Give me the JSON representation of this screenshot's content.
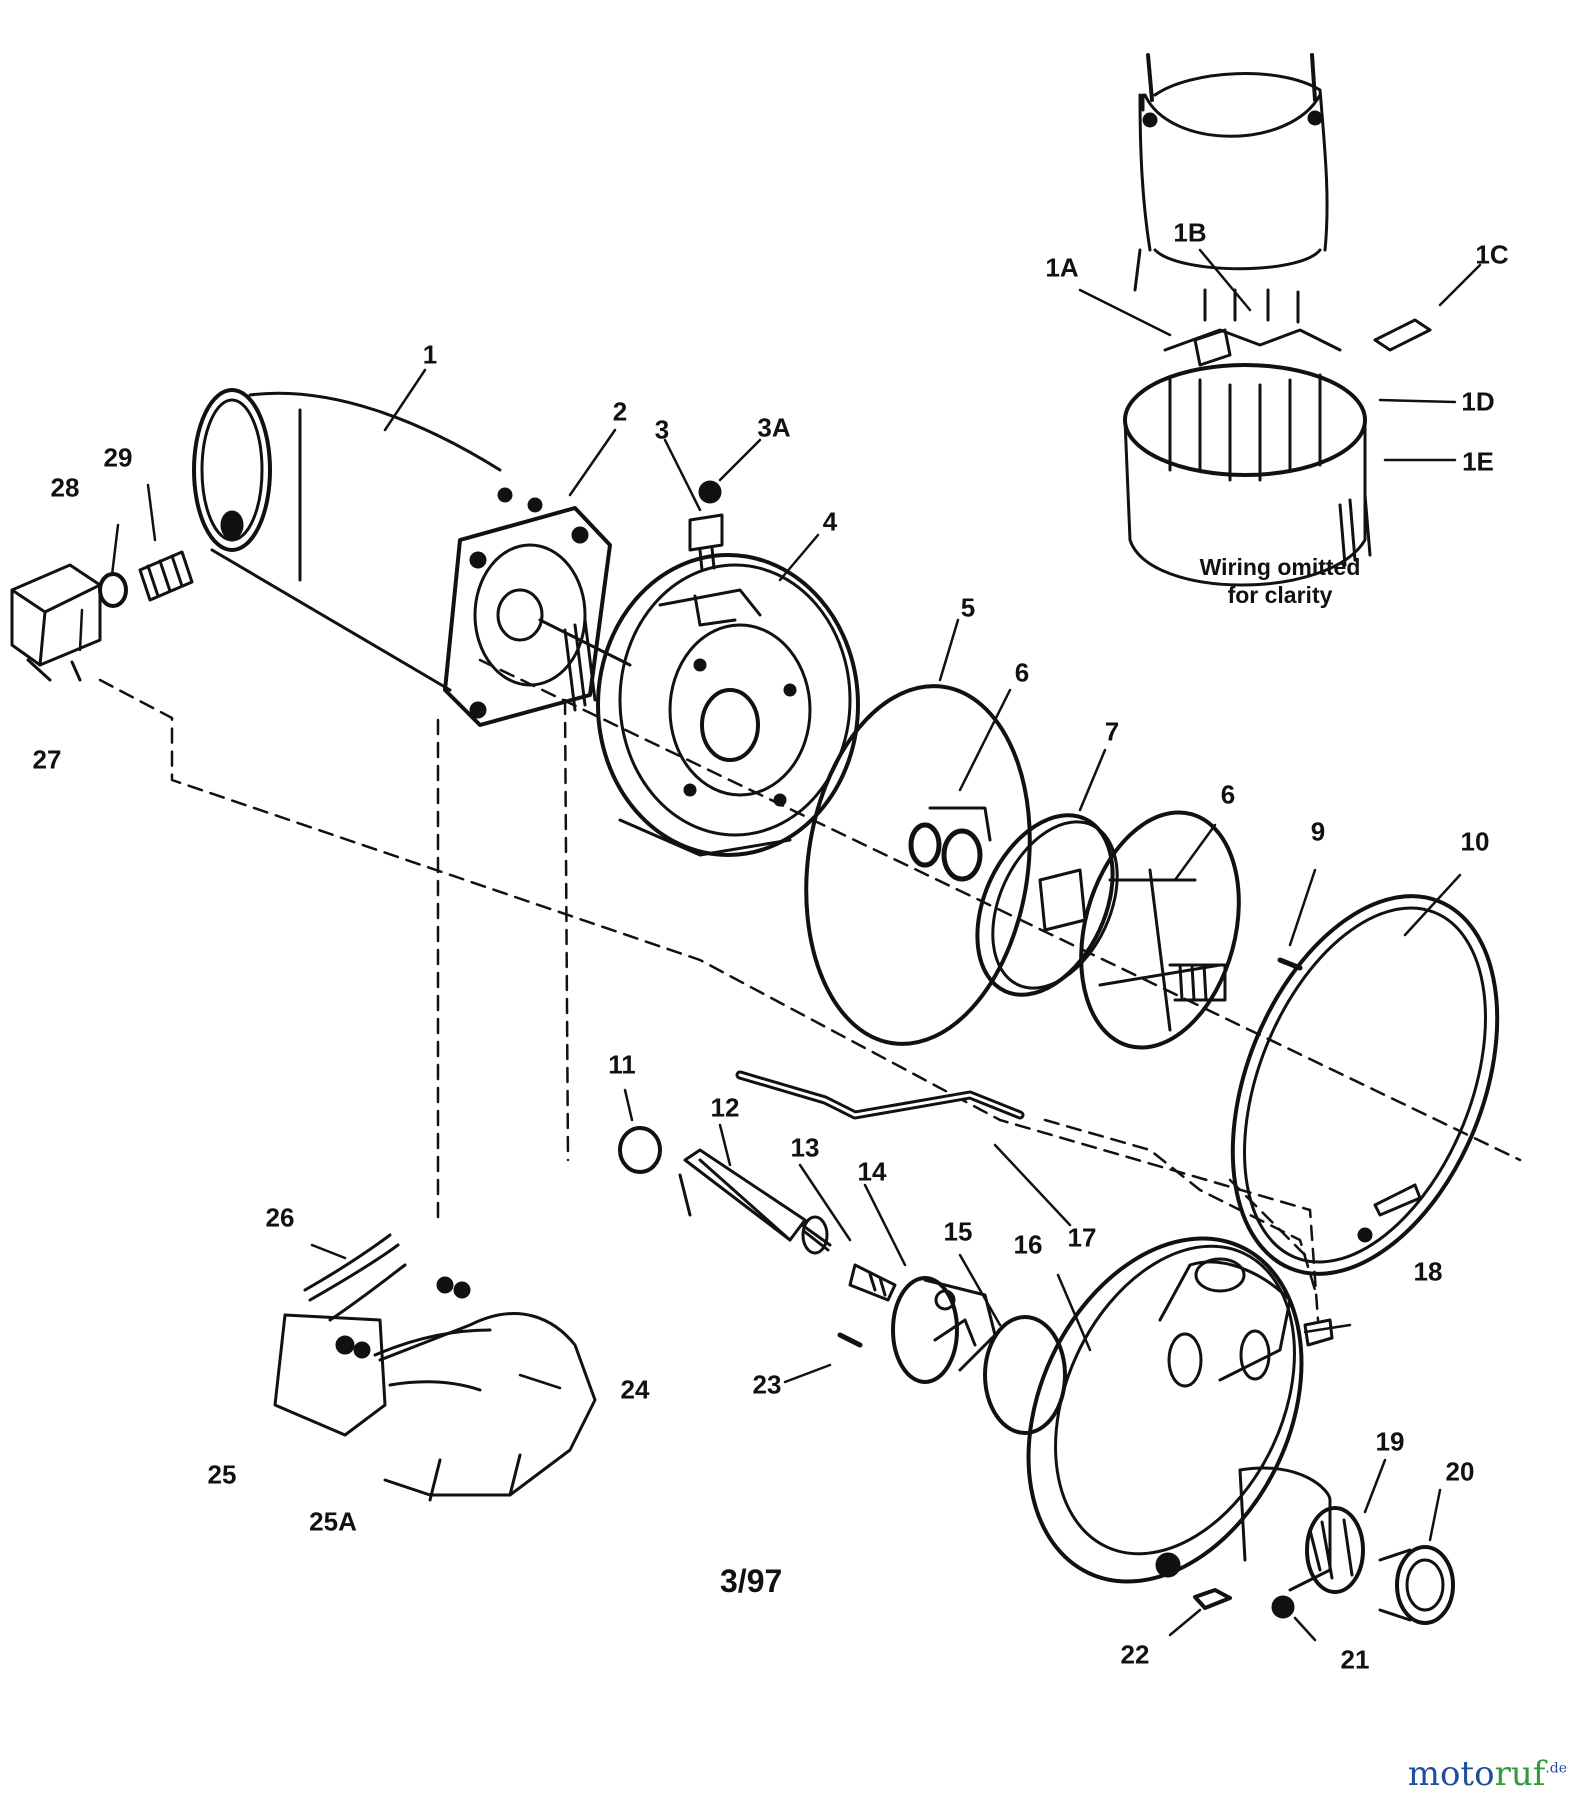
{
  "labels": {
    "l1": "1",
    "l1A": "1A",
    "l1B": "1B",
    "l1C": "1C",
    "l1D": "1D",
    "l1E": "1E",
    "l2": "2",
    "l3": "3",
    "l3A": "3A",
    "l4": "4",
    "l5": "5",
    "l6a": "6",
    "l6b": "6",
    "l7": "7",
    "l9": "9",
    "l10": "10",
    "l11": "11",
    "l12": "12",
    "l13": "13",
    "l14": "14",
    "l15": "15",
    "l16": "16",
    "l17": "17",
    "l18": "18",
    "l19": "19",
    "l20": "20",
    "l21": "21",
    "l22": "22",
    "l23": "23",
    "l24": "24",
    "l25": "25",
    "l25A": "25A",
    "l26": "26",
    "l27": "27",
    "l28": "28",
    "l29": "29"
  },
  "inset_note_line1": "Wiring omitted",
  "inset_note_line2": "for clarity",
  "date_code": "3/97",
  "watermark": {
    "part1": "moto",
    "part2": "ruf",
    "suffix": ".de",
    "color1": "#1f4e9c",
    "color2": "#2e9c3a"
  }
}
